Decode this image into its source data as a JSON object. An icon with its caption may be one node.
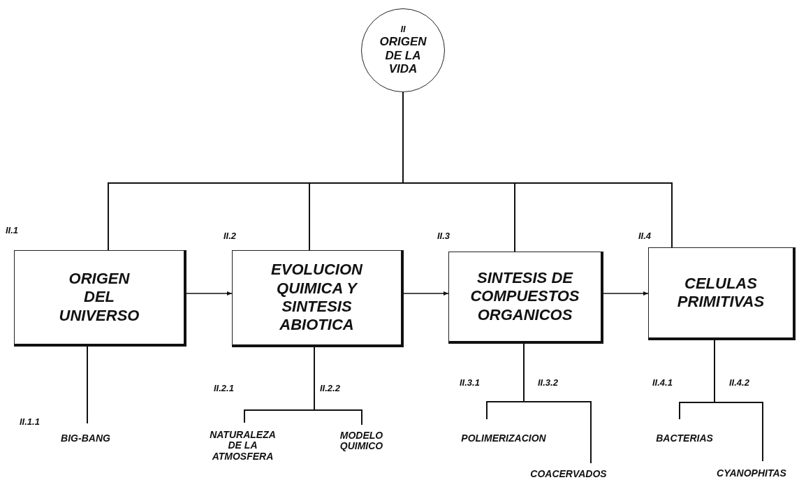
{
  "diagram": {
    "nodes": [
      {
        "text": [
          "II",
          "ORIGEN DE LA VIDA"
        ]
      },
      {
        "text": [
          "ORIGEN DEL UNIVERSO"
        ],
        "beside": [
          "II.1"
        ]
      },
      {
        "text": [
          "EVOLUCION QUIMICA Y SINTESIS ABIOTICA"
        ],
        "beside": [
          "II.2"
        ]
      },
      {
        "text": [
          "SINTESIS DE COMPUESTOS ORGANICOS"
        ],
        "beside": [
          "II.3"
        ]
      },
      {
        "text": [
          "CELULAS PRIMITIVAS"
        ],
        "beside": [
          "II.4"
        ]
      },
      {
        "text": [
          "BIG-BANG"
        ],
        "beside": [
          "II.1.1"
        ]
      },
      {
        "text": [
          "NATURALEZA DE LA ATMOSFERA"
        ]
      },
      {
        "text": [
          "MODELO QUIMICO"
        ]
      },
      {
        "text": [
          "POLIMERIZACION"
        ]
      },
      {
        "text": [
          "COACERVADOS"
        ]
      },
      {
        "text": [
          "BACTERIAS"
        ]
      },
      {
        "text": [
          "CYANOPHITAS"
        ]
      }
    ],
    "labels": [
      "II.2.1",
      "II.2.2",
      "II.3.1",
      "II.3.2",
      "II.4.1",
      "II.4.2"
    ],
    "edges": [
      {
        "from": 0,
        "to": 1,
        "arrow": "none"
      },
      {
        "from": 0,
        "to": 2,
        "arrow": "none"
      },
      {
        "from": 0,
        "to": 3,
        "arrow": "none"
      },
      {
        "from": 0,
        "to": 4,
        "arrow": "none"
      },
      {
        "from": 1,
        "to": 2,
        "arrow": "to"
      },
      {
        "from": 2,
        "to": 3,
        "arrow": "to"
      },
      {
        "from": 3,
        "to": 4,
        "arrow": "to"
      },
      {
        "from": 1,
        "to": 5,
        "arrow": "none"
      },
      {
        "from": 2,
        "to": 6,
        "arrow": "none"
      },
      {
        "from": 2,
        "to": 7,
        "arrow": "none"
      },
      {
        "from": 3,
        "to": 8,
        "arrow": "none"
      },
      {
        "from": 3,
        "to": 9,
        "arrow": "none"
      },
      {
        "from": 4,
        "to": 10,
        "arrow": "none"
      },
      {
        "from": 4,
        "to": 11,
        "arrow": "none"
      }
    ]
  }
}
